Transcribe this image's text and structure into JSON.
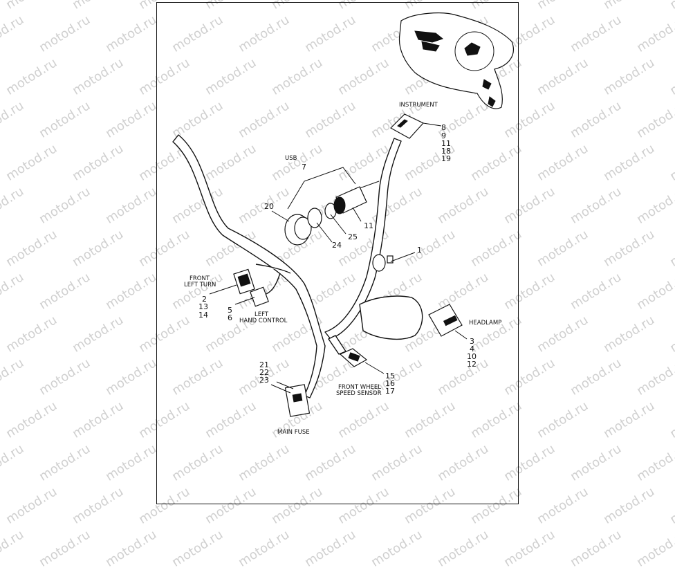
{
  "watermark": "motod.ru",
  "labels": {
    "instrument": "INSTRUMENT",
    "usb": "USB",
    "front_left_turn": [
      "FRONT",
      "LEFT TURN"
    ],
    "left_hand_control": [
      "LEFT",
      "HAND CONTROL"
    ],
    "headlamp": "HEADLAMP",
    "front_wheel_speed_sensor": [
      "FRONT WHEEL",
      "SPEED SENSOR"
    ],
    "main_fuse": "MAIN FUSE"
  },
  "callouts": {
    "instrument": [
      "8",
      "9",
      "11",
      "18",
      "19"
    ],
    "usb_group": "7",
    "usb_cap": "20",
    "usb_ring_24": "24",
    "usb_ring_25": "25",
    "usb_body": "11",
    "harness": "1",
    "front_left_turn": [
      "2",
      "13",
      "14"
    ],
    "left_hand_control": [
      "5",
      "6"
    ],
    "headlamp": [
      "3",
      "4",
      "10",
      "12"
    ],
    "speed_sensor": [
      "15",
      "16",
      "17"
    ],
    "main_fuse": [
      "21",
      "22",
      "23"
    ]
  }
}
